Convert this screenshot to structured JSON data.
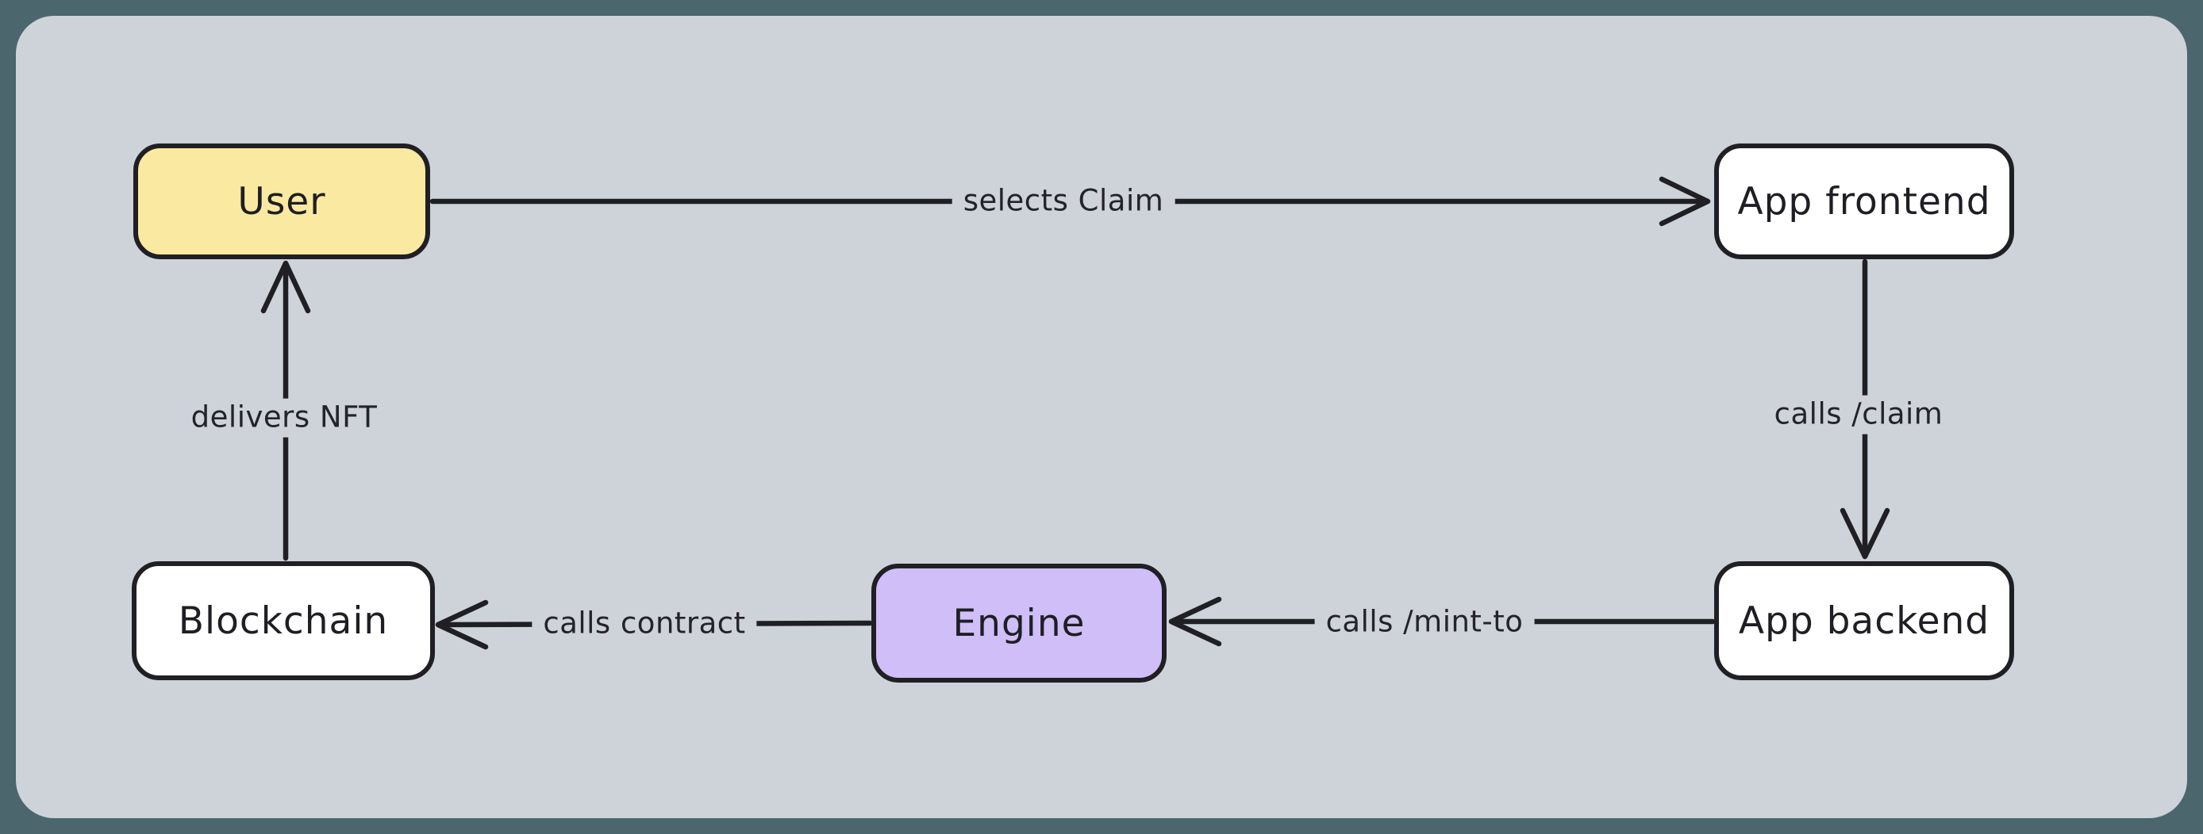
{
  "diagram": {
    "frame_color": "#4c666e",
    "canvas_color": "#ced3da",
    "stroke_color": "#1f1f24",
    "nodes": [
      {
        "id": "user",
        "label": "User",
        "fill": "#fae9a0"
      },
      {
        "id": "app-frontend",
        "label": "App frontend",
        "fill": "#ffffff"
      },
      {
        "id": "app-backend",
        "label": "App backend",
        "fill": "#ffffff"
      },
      {
        "id": "engine",
        "label": "Engine",
        "fill": "#cfbef8"
      },
      {
        "id": "blockchain",
        "label": "Blockchain",
        "fill": "#ffffff"
      }
    ],
    "edges": [
      {
        "id": "user-to-frontend",
        "label": "selects Claim",
        "from": "User",
        "to": "App frontend"
      },
      {
        "id": "frontend-to-backend",
        "label": "calls /claim",
        "from": "App frontend",
        "to": "App backend"
      },
      {
        "id": "backend-to-engine",
        "label": "calls /mint-to",
        "from": "App backend",
        "to": "Engine"
      },
      {
        "id": "engine-to-blockchain",
        "label": "calls contract",
        "from": "Engine",
        "to": "Blockchain"
      },
      {
        "id": "blockchain-to-user",
        "label": "delivers NFT",
        "from": "Blockchain",
        "to": "User"
      }
    ]
  }
}
